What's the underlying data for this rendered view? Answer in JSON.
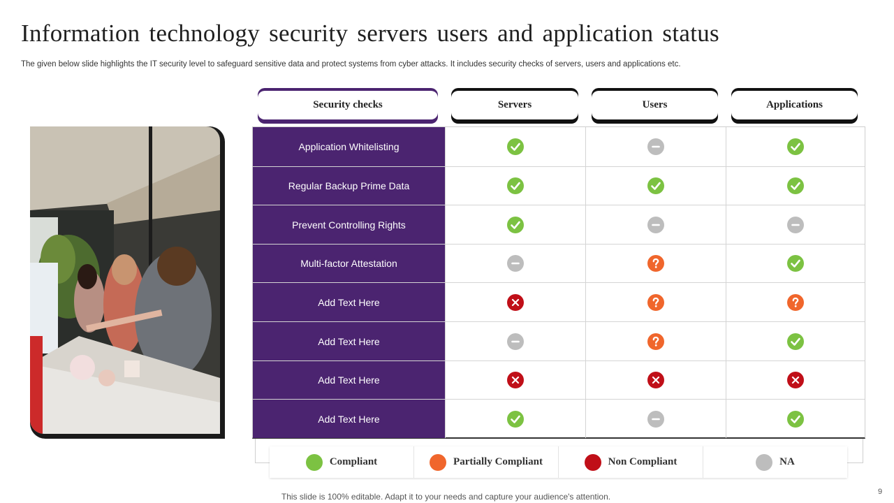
{
  "slide": {
    "title": "Information technology security servers users and application status",
    "subtitle": "The given below slide highlights the IT security level to  safeguard sensitive data and protect systems from cyber attacks. It includes security checks of servers, users and applications etc.",
    "footer": "This slide is 100% editable. Adapt it to your needs and capture your audience's attention.",
    "page_number": "9"
  },
  "table": {
    "headers": [
      "Security checks",
      "Servers",
      "Users",
      "Applications"
    ],
    "rows": [
      {
        "label": "Application Whitelisting",
        "status": [
          "compliant",
          "na",
          "compliant"
        ]
      },
      {
        "label": "Regular Backup Prime Data",
        "status": [
          "compliant",
          "compliant",
          "compliant"
        ]
      },
      {
        "label": "Prevent Controlling Rights",
        "status": [
          "compliant",
          "na",
          "na"
        ]
      },
      {
        "label": "Multi-factor Attestation",
        "status": [
          "na",
          "partial",
          "compliant"
        ]
      },
      {
        "label": "Add Text Here",
        "status": [
          "non",
          "partial",
          "partial"
        ]
      },
      {
        "label": "Add Text Here",
        "status": [
          "na",
          "partial",
          "compliant"
        ]
      },
      {
        "label": "Add Text Here",
        "status": [
          "non",
          "non",
          "non"
        ]
      },
      {
        "label": "Add Text Here",
        "status": [
          "compliant",
          "na",
          "compliant"
        ]
      }
    ]
  },
  "legend": [
    {
      "key": "compliant",
      "label": "Compliant",
      "color": "#7cc242"
    },
    {
      "key": "partial",
      "label": "Partially  Compliant",
      "color": "#f0662c"
    },
    {
      "key": "non",
      "label": "Non Compliant",
      "color": "#c00f18"
    },
    {
      "key": "na",
      "label": "NA",
      "color": "#bdbdbd"
    }
  ],
  "colors": {
    "accent": "#4b2470",
    "compliant": "#7cc242",
    "partial": "#f0662c",
    "non": "#c00f18",
    "na": "#bdbdbd"
  },
  "icons": {
    "compliant": "check-icon",
    "partial": "question-icon",
    "non": "cross-icon",
    "na": "minus-icon"
  }
}
